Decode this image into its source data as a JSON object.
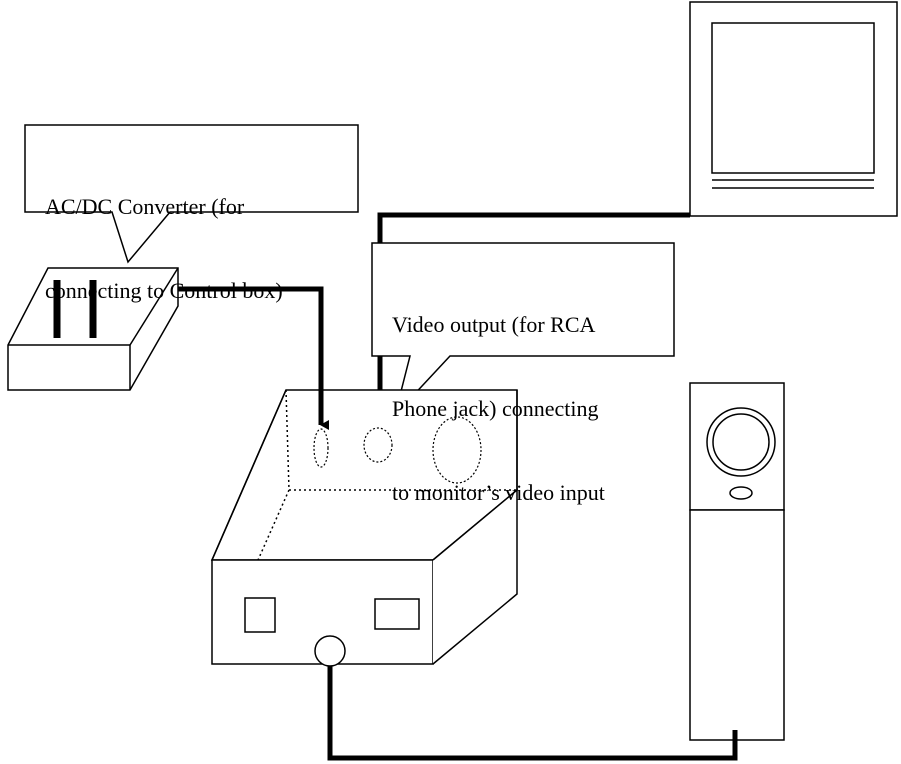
{
  "callouts": {
    "ac_dc_converter": [
      "AC/DC Converter (for",
      "connecting to Control box)"
    ],
    "video_output": [
      "Video output (for RCA",
      "Phone jack) connecting",
      "to monitor’s video input"
    ]
  },
  "components": {
    "adapter": "ac-dc-converter",
    "control_box": "control-box",
    "monitor": "monitor",
    "camera": "camera"
  },
  "colors": {
    "line": "#000000",
    "background": "#ffffff"
  }
}
